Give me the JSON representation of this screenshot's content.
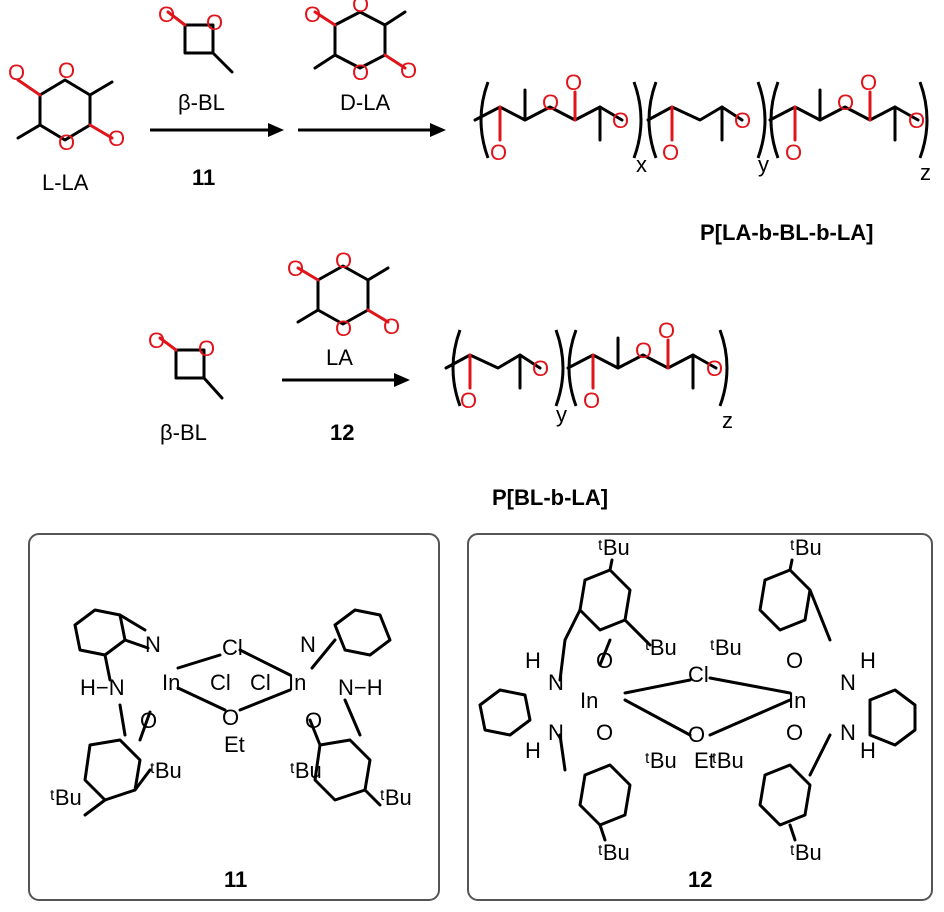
{
  "scheme_top": {
    "monomer1": "L-LA",
    "reagent1": "β-BL",
    "reagent2": "D-LA",
    "catalyst": "11",
    "product": "P[LA-b-BL-b-LA]",
    "subscripts": [
      "x",
      "y",
      "z"
    ]
  },
  "scheme_bottom": {
    "monomer1": "β-BL",
    "reagent": "LA",
    "catalyst": "12",
    "product": "P[BL-b-LA]",
    "subscripts": [
      "y",
      "z"
    ]
  },
  "panels": [
    {
      "id": "11",
      "label": "11",
      "atoms": [
        "Cl",
        "Cl",
        "Cl",
        "In",
        "In",
        "N",
        "N",
        "N",
        "N",
        "H",
        "H",
        "O",
        "O",
        "O",
        "Et",
        "tBu",
        "tBu",
        "tBu",
        "tBu"
      ]
    },
    {
      "id": "12",
      "label": "12",
      "atoms": [
        "Cl",
        "In",
        "In",
        "N",
        "N",
        "N",
        "N",
        "H",
        "H",
        "H",
        "H",
        "O",
        "O",
        "O",
        "O",
        "O",
        "Et",
        "tBu",
        "tBu",
        "tBu",
        "tBu",
        "tBu",
        "tBu",
        "tBu",
        "tBu"
      ]
    }
  ],
  "colors": {
    "oxygen": "#e0141b",
    "bond": "#000000",
    "panel_border": "#555555"
  }
}
